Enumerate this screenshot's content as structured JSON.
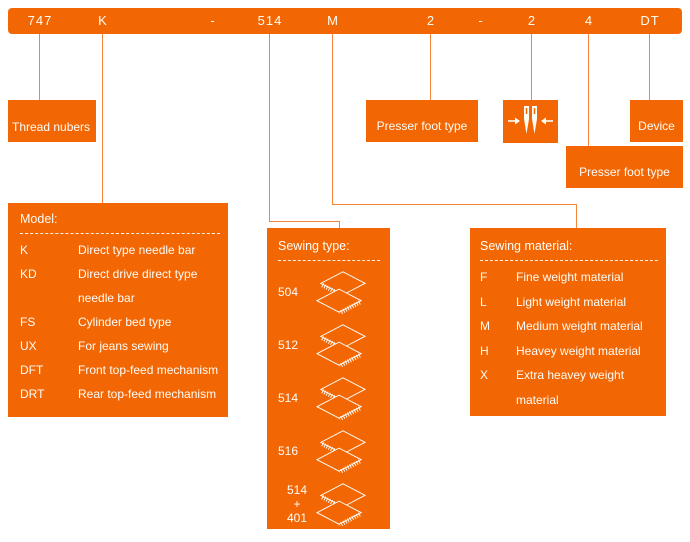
{
  "colors": {
    "orange": "#f26604",
    "line": "#f18539",
    "text": "#fffdf8"
  },
  "bar": {
    "segments": [
      "747",
      "K",
      "-",
      "514",
      "M",
      "2",
      "-",
      "2",
      "4",
      "DT"
    ]
  },
  "labels": {
    "thread_numbers": "Thread nubers",
    "presser_foot_1": "Presser foot type",
    "presser_foot_2": "Presser foot type",
    "device": "Device"
  },
  "icons": {
    "needles": "twin-needles-inward-arrows-icon",
    "fabric": "overlock-stitched-fabric-icon"
  },
  "model": {
    "title": "Model:",
    "rows": [
      {
        "term": "K",
        "desc": "Direct type needle bar"
      },
      {
        "term": "KD",
        "desc": "Direct drive direct type needle bar"
      },
      {
        "term": "FS",
        "desc": "Cylinder bed type"
      },
      {
        "term": "UX",
        "desc": "For jeans sewing"
      },
      {
        "term": "DFT",
        "desc": "Front top-feed mechanism"
      },
      {
        "term": "DRT",
        "desc": "Rear top-feed mechanism"
      }
    ]
  },
  "sewing_type": {
    "title": "Sewing type:",
    "items": [
      {
        "label": "504"
      },
      {
        "label": "512"
      },
      {
        "label": "514"
      },
      {
        "label": "516"
      },
      {
        "label": "514\n+\n401"
      }
    ]
  },
  "sewing_material": {
    "title": "Sewing material:",
    "rows": [
      {
        "term": "F",
        "desc": "Fine weight material"
      },
      {
        "term": "L",
        "desc": "Light weight material"
      },
      {
        "term": "M",
        "desc": "Medium weight material"
      },
      {
        "term": "H",
        "desc": "Heavey weight material"
      },
      {
        "term": "X",
        "desc": "Extra heavey weight material"
      }
    ]
  }
}
